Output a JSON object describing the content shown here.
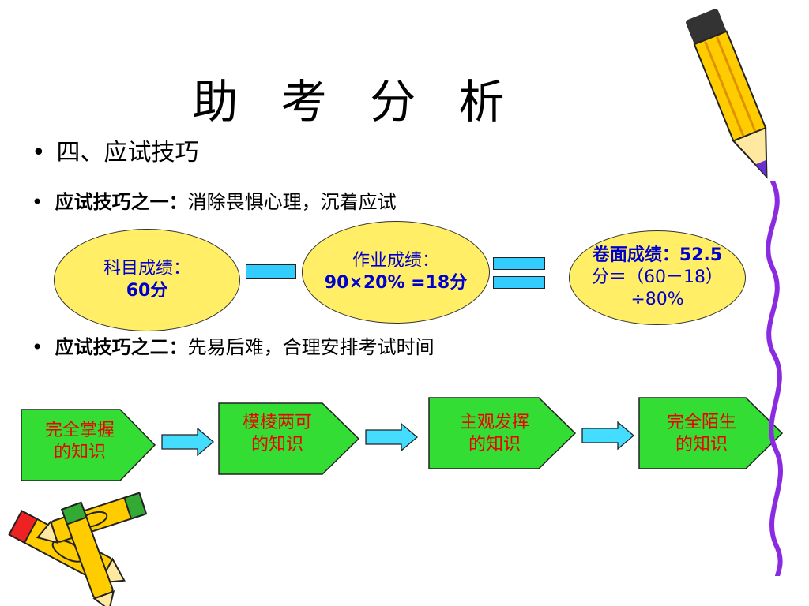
{
  "slide": {
    "title": "助 考 分 析",
    "bullet_symbol": "•",
    "section_heading": "四、应试技巧",
    "tip1": {
      "label": "应试技巧之一：",
      "text": "消除畏惧心理，沉着应试"
    },
    "tip2": {
      "label": "应试技巧之二：",
      "text": "先易后难，合理安排考试时间"
    }
  },
  "formula": {
    "subject": {
      "line1": "科目成绩：",
      "line2": "60分"
    },
    "homework": {
      "line1": "作业成绩：",
      "line2": "90×20% =18分"
    },
    "paper": {
      "line1": "卷面成绩：52.5",
      "line2": "分＝（60－18）",
      "line3": "÷80%"
    },
    "colors": {
      "ellipse_fill": "#ffee66",
      "operator_fill": "#33ccff",
      "text": "#0000cc"
    }
  },
  "flow": {
    "steps": [
      {
        "line1": "完全掌握",
        "line2": "的知识",
        "color": "#ee0000"
      },
      {
        "line1": "模棱两可",
        "line2": "的知识",
        "color": "#ee0000"
      },
      {
        "line1": "主观发挥",
        "line2": "的知识",
        "color": "#ee0000"
      },
      {
        "line1": "完全陌生",
        "line2": "的知识",
        "color": "#ee0000"
      }
    ],
    "colors": {
      "box_fill": "#33dd33",
      "arrow_fill": "#44ddff"
    }
  },
  "decor": {
    "icons": [
      "pencil-icon",
      "crayons-icon",
      "wavy-line"
    ]
  }
}
